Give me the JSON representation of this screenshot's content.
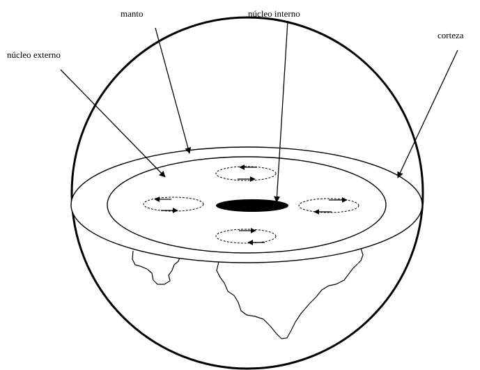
{
  "labels": {
    "manto": "manto",
    "nucleo_interno": "núcleo interno",
    "nucleo_externo": "núcleo externo",
    "corteza": "corteza"
  },
  "colors": {
    "ink": "#000000",
    "background": "#ffffff"
  },
  "icons": [
    "arrowhead-icon",
    "convection-cell-icon",
    "inner-core-icon"
  ]
}
